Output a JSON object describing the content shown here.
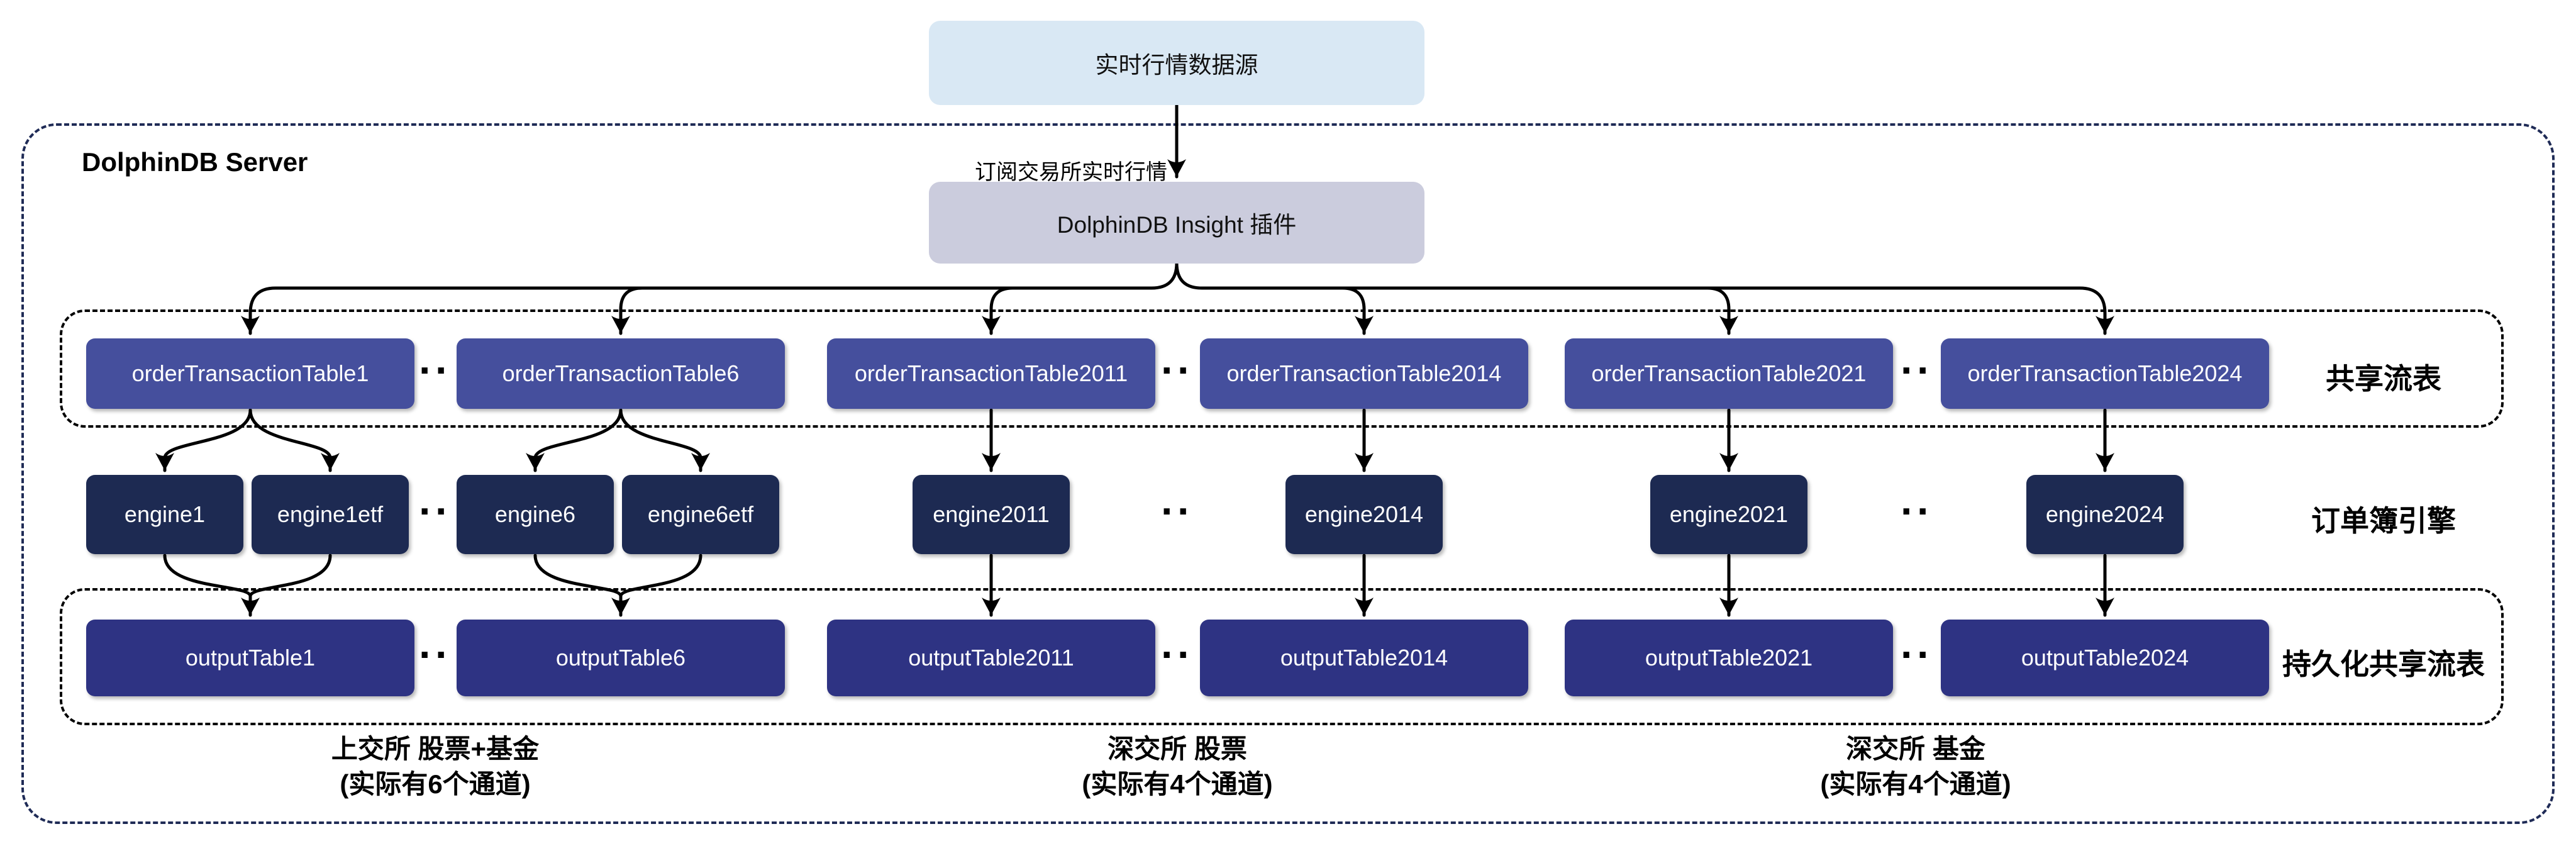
{
  "source": {
    "label": "实时行情数据源"
  },
  "subscribe_label": "订阅交易所实时行情",
  "server": {
    "title": "DolphinDB Server"
  },
  "plugin": {
    "label": "DolphinDB Insight 插件"
  },
  "ellipsis": "··",
  "shared_tables": {
    "row_label": "共享流表",
    "items": [
      "orderTransactionTable1",
      "orderTransactionTable6",
      "orderTransactionTable2011",
      "orderTransactionTable2014",
      "orderTransactionTable2021",
      "orderTransactionTable2024"
    ]
  },
  "engines": {
    "row_label": "订单簿引擎",
    "items": [
      "engine1",
      "engine1etf",
      "engine6",
      "engine6etf",
      "engine2011",
      "engine2014",
      "engine2021",
      "engine2024"
    ]
  },
  "output_tables": {
    "row_label": "持久化共享流表",
    "items": [
      "outputTable1",
      "outputTable6",
      "outputTable2011",
      "outputTable2014",
      "outputTable2021",
      "outputTable2024"
    ]
  },
  "groups": [
    {
      "line1": "上交所 股票+基金",
      "line2": "(实际有6个通道)"
    },
    {
      "line1": "深交所 股票",
      "line2": "(实际有4个通道)"
    },
    {
      "line1": "深交所 基金",
      "line2": "(实际有4个通道)"
    }
  ],
  "colors": {
    "source_fill": "#d9e8f4",
    "plugin_fill": "#cbccdd",
    "shared_table_fill": "#454f9d",
    "engine_fill": "#1d2a52",
    "output_table_fill": "#2e3383",
    "server_border": "#1f2b56",
    "inner_border": "#000000",
    "arrow": "#000000",
    "node_text": "#ffffff"
  }
}
